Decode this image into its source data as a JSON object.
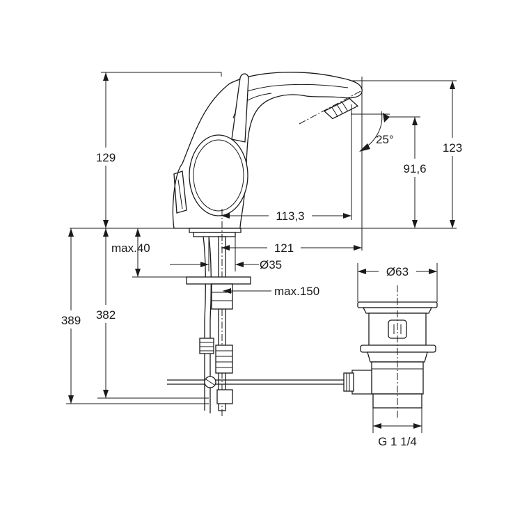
{
  "dimensions": {
    "height_total": "129",
    "outlet_height": "123",
    "jet_height": "91,6",
    "jet_angle": "25°",
    "spout_reach": "113,3",
    "deck_reach": "121",
    "deck_thickness": "max.40",
    "hole_diameter": "Ø35",
    "rod_length": "max.150",
    "below_deck_left": "389",
    "below_deck_right": "382",
    "waste_diameter": "Ø63",
    "waste_thread": "G 1 1/4"
  }
}
